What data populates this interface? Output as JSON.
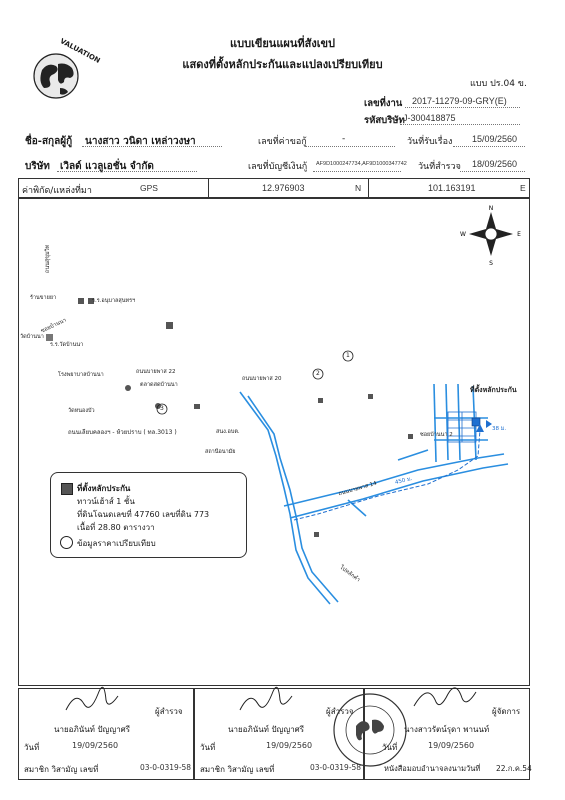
{
  "header": {
    "title1": "แบบเขียนแผนที่สังเขป",
    "title2": "แสดงที่ตั้งหลักประกันและแปลงเปรียบเทียบ",
    "form_no": "แบบ ปร.04 ข.",
    "job_label": "เลขที่งาน",
    "job_value": "2017-11279-09-GRY(E)",
    "company_code_label": "รหัสบริษัท",
    "company_code_value": "J-300418875",
    "logo_text": "VALUATION"
  },
  "info": {
    "owner_label": "ชื่อ-สกุลผู้กู้",
    "owner_value": "นางสาว วนิดา เหล่าวงษา",
    "borrower_no_label": "เลขที่ค่าขอกู้",
    "borrower_no_value": "-",
    "receive_date_label": "วันที่รับเรื่อง",
    "receive_date_value": "15/09/2560",
    "company_label": "บริษัท",
    "company_value": "เวิลด์ แวลูเอชั่น  จำกัด",
    "account_label": "เลขที่บัญชีเงินกู้",
    "account_value": "AF9D1000247734,AF9D1000347742",
    "survey_date_label": "วันที่สำรวจ",
    "survey_date_value": "18/09/2560"
  },
  "coords": {
    "label": "ค่าพิกัด/แหล่งที่มา",
    "source": "GPS",
    "lat": "12.976903",
    "lat_dir": "N",
    "lon": "101.163191",
    "lon_dir": "E"
  },
  "map": {
    "labels": {
      "road_top": "ถนนสุขุมวิท",
      "pharma": "ร้านขายยา",
      "school1": "ร.ร.อนุบาลสุนทรฯ",
      "wat1": "วัดบ้านนา",
      "clinic": "ร.ร.วัดบ้านนา",
      "soi_a": "ซอยบ้านนา",
      "soi22": "ถนนบายพาส 22",
      "hospital": "โรงพยาบาลบ้านนา",
      "market": "ตลาดสดบ้านนา",
      "road20": "ถนนบายพาส 20",
      "temple2": "วัดหนองบัว",
      "road_main": "ถนนเลียบคลองฯ - ห้วยปราบ ( ทล.3013 )",
      "office": "สนง.อบต.",
      "station": "สถานีอนามัย",
      "road14": "ถนนบายพาส 14",
      "marker1": "1",
      "marker2": "2",
      "marker3": "3",
      "collateral_label": "ที่ตั้งหลักประกัน",
      "soi_near": "ซอยบ้านนา 2",
      "dist1": "38 ม.",
      "dist2": "450 ม.",
      "bottom_road": "ไปหลักคำ"
    }
  },
  "legend": {
    "item1": "ที่ตั้งหลักประกัน",
    "item1_sub1": "ทาวน์เฮ้าส์ 1 ชั้น",
    "item1_sub2": "ที่ดินโฉนดเลขที่ 47760 เลขที่ดิน 773",
    "item1_sub3": "เนื้อที่ 28.80 ตารางวา",
    "item2": "ข้อมูลราคาเปรียบเทียบ"
  },
  "signatures": {
    "col1": {
      "role": "ผู้สำรวจ",
      "name": "นายอภินันท์ ปัญญาศรี",
      "date_label": "วันที่",
      "date": "19/09/2560",
      "license_label": "สมาชิก วิสามัญ เลขที่",
      "license": "03-0-0319-58"
    },
    "col2": {
      "role": "ผู้สำรวจ",
      "name": "นายอภินันท์ ปัญญาศรี",
      "date_label": "วันที่",
      "date": "19/09/2560",
      "license_label": "สมาชิก วิสามัญ เลขที่",
      "license": "03-0-0319-58"
    },
    "col3": {
      "role": "ผู้จัดการ",
      "name": "นางสาวรัตน์รุดา พานนท์",
      "date_label": "วันที่",
      "date": "19/09/2560",
      "license_label": "หนังสือมอบอำนาจลงนามวันที่",
      "license": "22.ก.ค.54"
    }
  },
  "colors": {
    "road_blue": "#2a8ee0",
    "collateral_blue": "#1e6fd0"
  }
}
